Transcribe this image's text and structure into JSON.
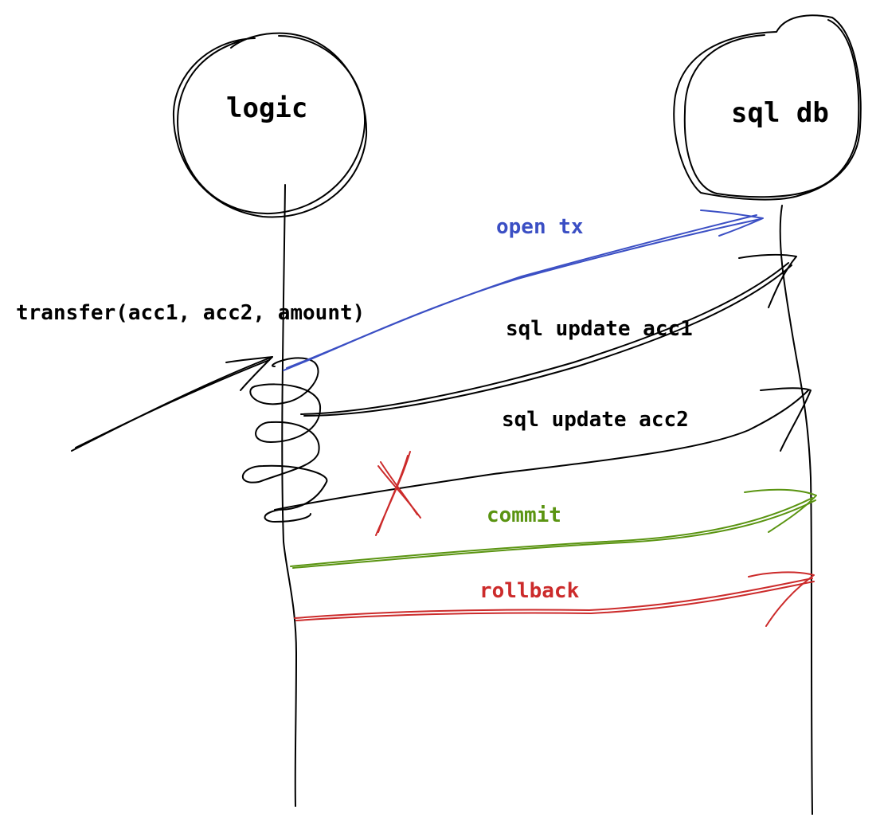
{
  "participants": [
    {
      "id": "logic",
      "label": "logic"
    },
    {
      "id": "sqldb",
      "label": "sql db"
    }
  ],
  "incoming_call": {
    "label": "transfer(acc1, acc2, amount)",
    "to": "logic"
  },
  "messages": [
    {
      "id": "open-tx",
      "label": "open tx",
      "from": "logic",
      "to": "sqldb",
      "color": "#3b4fc4"
    },
    {
      "id": "update-acc1",
      "label": "sql update acc1",
      "from": "logic",
      "to": "sqldb",
      "color": "#000000"
    },
    {
      "id": "update-acc2",
      "label": "sql update acc2",
      "from": "logic",
      "to": "sqldb",
      "color": "#000000",
      "failed": true,
      "failure_mark_color": "#cc2b2b"
    },
    {
      "id": "commit",
      "label": "commit",
      "from": "logic",
      "to": "sqldb",
      "color": "#5a9411"
    },
    {
      "id": "rollback",
      "label": "rollback",
      "from": "logic",
      "to": "sqldb",
      "color": "#cc2b2b"
    }
  ]
}
